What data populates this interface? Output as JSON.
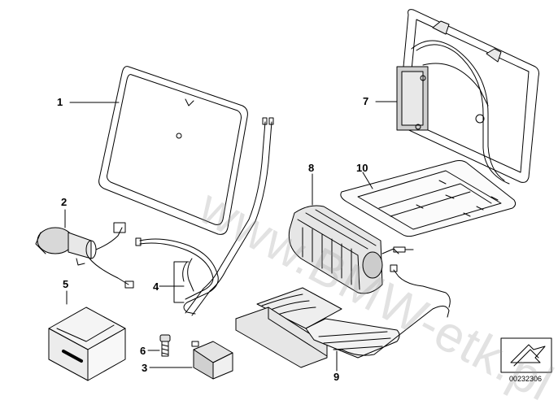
{
  "watermark": "www.BMW-etk.pl",
  "document_id": "00232306",
  "callouts": {
    "c1": "1",
    "c2": "2",
    "c3": "3",
    "c4": "4",
    "c5": "5",
    "c6": "6",
    "c7": "7",
    "c8": "8",
    "c9": "9",
    "c10": "10"
  },
  "colors": {
    "line": "#000000",
    "watermark": "#969696",
    "grey": "#8a8a8a"
  },
  "icons": {
    "nav": "arrow-navigation-icon"
  }
}
